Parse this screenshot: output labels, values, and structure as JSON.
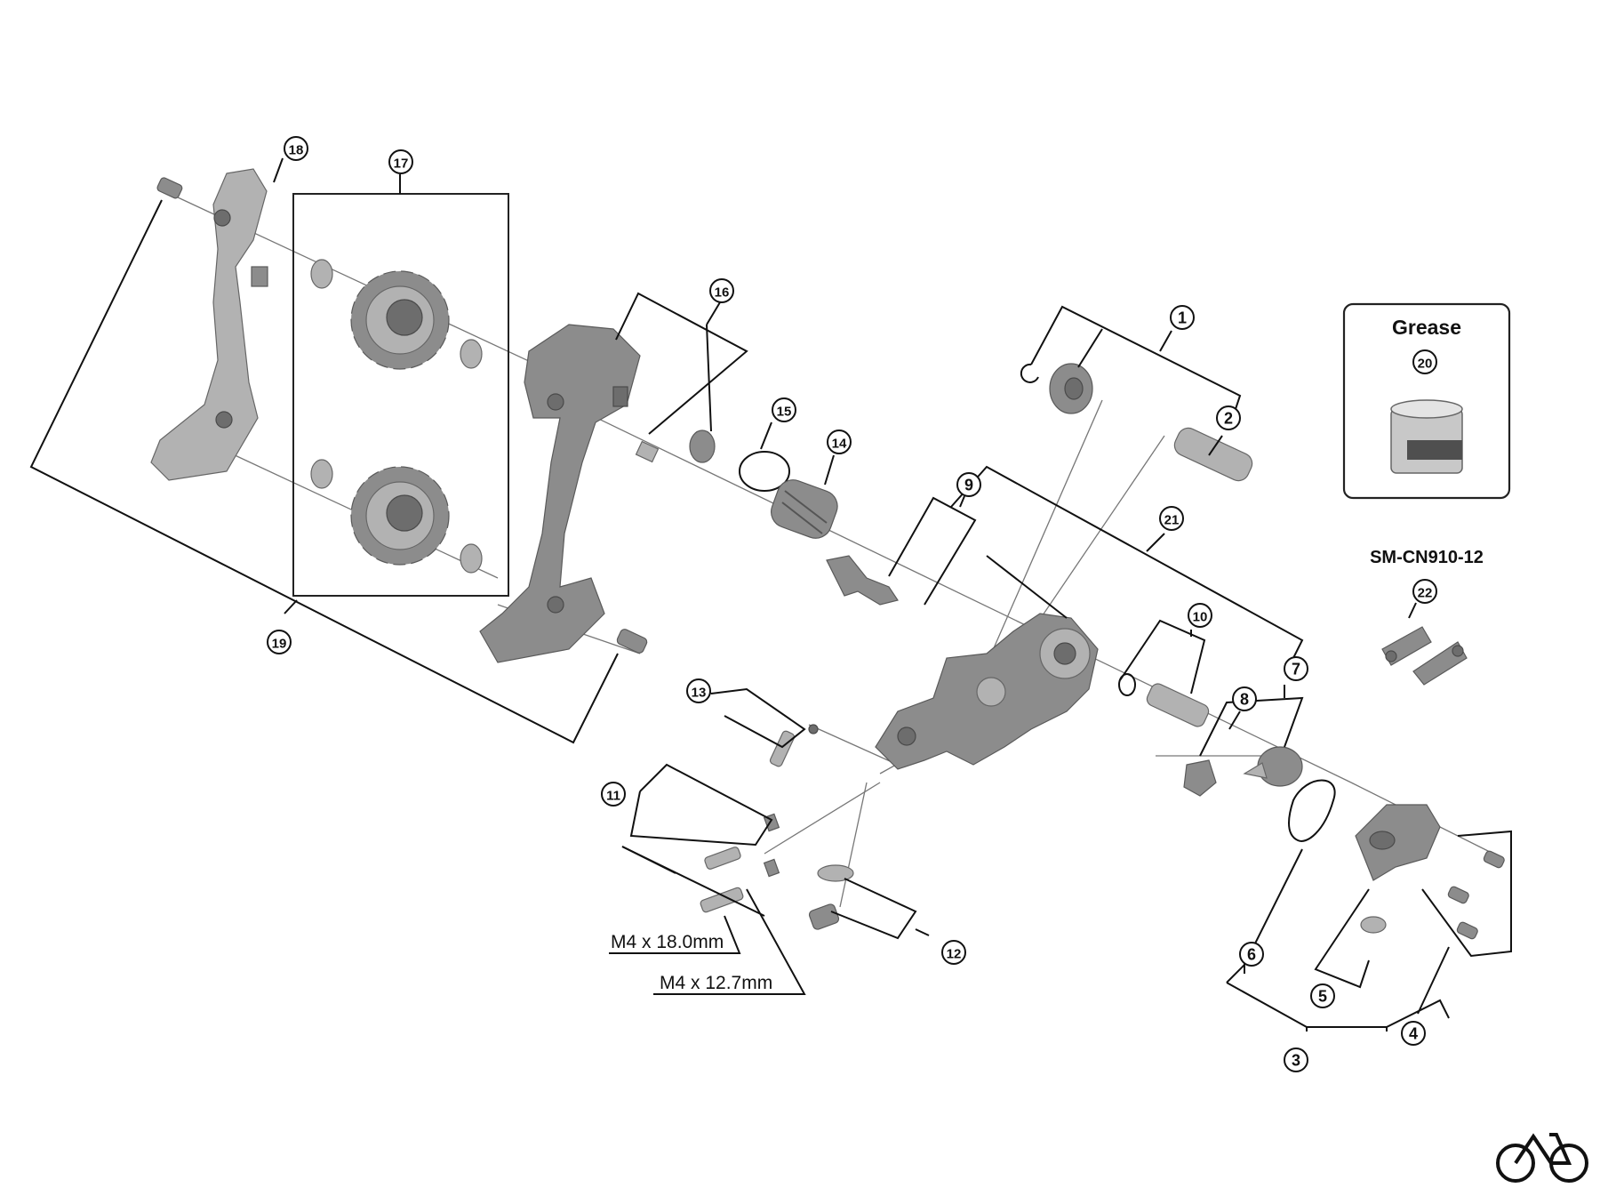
{
  "callouts": [
    {
      "id": "1",
      "text": "1"
    },
    {
      "id": "2",
      "text": "2"
    },
    {
      "id": "3",
      "text": "3"
    },
    {
      "id": "4",
      "text": "4"
    },
    {
      "id": "5",
      "text": "5"
    },
    {
      "id": "6",
      "text": "6"
    },
    {
      "id": "7",
      "text": "7"
    },
    {
      "id": "8",
      "text": "8"
    },
    {
      "id": "9",
      "text": "9"
    },
    {
      "id": "10",
      "text": "10"
    },
    {
      "id": "11",
      "text": "11"
    },
    {
      "id": "12",
      "text": "12"
    },
    {
      "id": "13",
      "text": "13"
    },
    {
      "id": "14",
      "text": "14"
    },
    {
      "id": "15",
      "text": "15"
    },
    {
      "id": "16",
      "text": "16"
    },
    {
      "id": "17",
      "text": "17"
    },
    {
      "id": "18",
      "text": "18"
    },
    {
      "id": "19",
      "text": "19"
    },
    {
      "id": "20",
      "text": "20"
    },
    {
      "id": "21",
      "text": "21"
    },
    {
      "id": "22",
      "text": "22"
    }
  ],
  "grease_box": {
    "title": "Grease"
  },
  "chain_label": "SM-CN910-12",
  "dimensions": {
    "long_bolt": "M4 x 18.0mm",
    "short_bolt": "M4 x 12.7mm"
  },
  "icons": {
    "brand": "bicycle-icon"
  }
}
